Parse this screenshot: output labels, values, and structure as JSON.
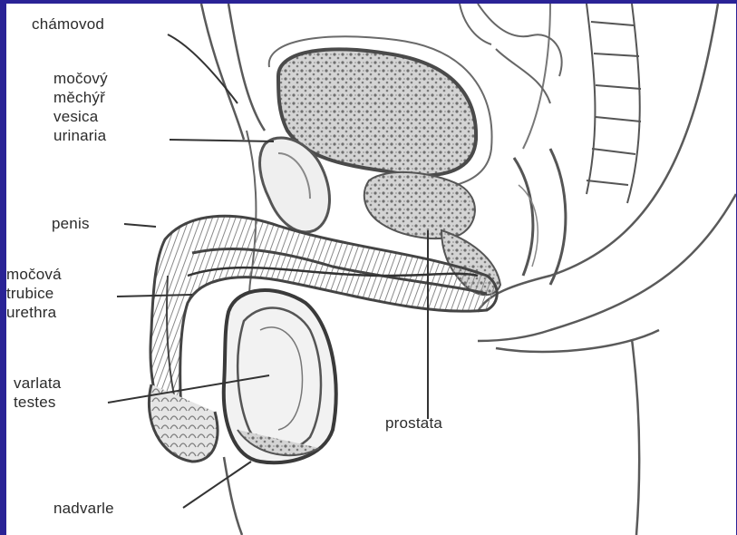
{
  "background_color": "#2a2396",
  "diagram": {
    "labels": {
      "chamovod": "chámovod",
      "mocovy_mechyr": [
        "močový",
        "měchýř",
        "vesica",
        "urinaria"
      ],
      "penis": "penis",
      "mocova_trubice": [
        "močová",
        "trubice",
        "urethra"
      ],
      "varlata": [
        "varlata",
        "testes"
      ],
      "prostata": "prostata",
      "nadvarle": "nadvarle"
    }
  }
}
